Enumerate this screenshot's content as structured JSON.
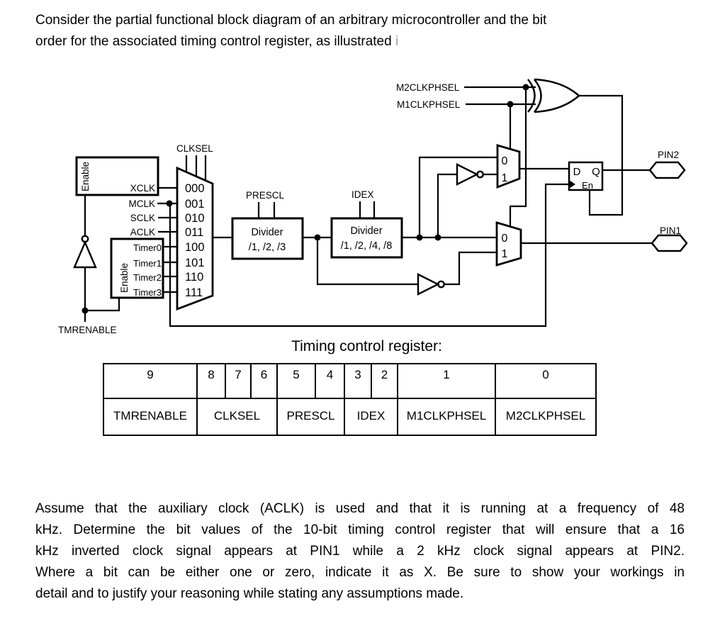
{
  "intro": {
    "line1": "Consider the partial functional block diagram of an arbitrary microcontroller and the bit",
    "line2": "order for the associated timing control register, as illustrated",
    "line2_suffix": "i"
  },
  "diagram": {
    "signals": {
      "m2clkphsel": "M2CLKPHSEL",
      "m1clkphsel": "M1CLKPHSEL",
      "clksel": "CLKSEL",
      "prescl": "PRESCL",
      "idex": "IDEX",
      "tmrenable": "TMRENABLE",
      "pin2": "PIN2",
      "pin1": "PIN1"
    },
    "clock_inputs": {
      "xclk": "XCLK",
      "mclk": "MCLK",
      "sclk": "SCLK",
      "aclk": "ACLK"
    },
    "timers": [
      "Timer0",
      "Timer1",
      "Timer2",
      "Timer3"
    ],
    "enable_label": "Enable",
    "mux_inputs": [
      "000",
      "001",
      "010",
      "011",
      "100",
      "101",
      "110",
      "111"
    ],
    "mux01": {
      "zero": "0",
      "one": "1"
    },
    "divider1": {
      "line1": "Divider",
      "line2": "/1, /2, /3"
    },
    "divider2": {
      "line1": "Divider",
      "line2": "/1, /2, /4, /8"
    },
    "flipflop": {
      "d": "D",
      "q": "Q",
      "en": "En"
    }
  },
  "register": {
    "title": "Timing control register:",
    "bits": [
      "9",
      "8",
      "7",
      "6",
      "5",
      "4",
      "3",
      "2",
      "1",
      "0"
    ],
    "fields": [
      {
        "label": "TMRENABLE",
        "span": 1
      },
      {
        "label": "CLKSEL",
        "span": 3
      },
      {
        "label": "PRESCL",
        "span": 2
      },
      {
        "label": "IDEX",
        "span": 2
      },
      {
        "label": "M1CLKPHSEL",
        "span": 1
      },
      {
        "label": "M2CLKPHSEL",
        "span": 1
      }
    ]
  },
  "question": {
    "lines": [
      "Assume that the auxiliary clock (ACLK) is used and that it is running at a frequency of 48",
      "kHz. Determine the bit values of the 10-bit timing control register that will ensure that a 16",
      "kHz inverted clock signal appears at PIN1 while a 2 kHz clock signal appears at PIN2.",
      "Where a bit can be either one or zero, indicate it as X. Be sure to show your workings in",
      "detail and to justify your reasoning while stating any assumptions made."
    ]
  }
}
